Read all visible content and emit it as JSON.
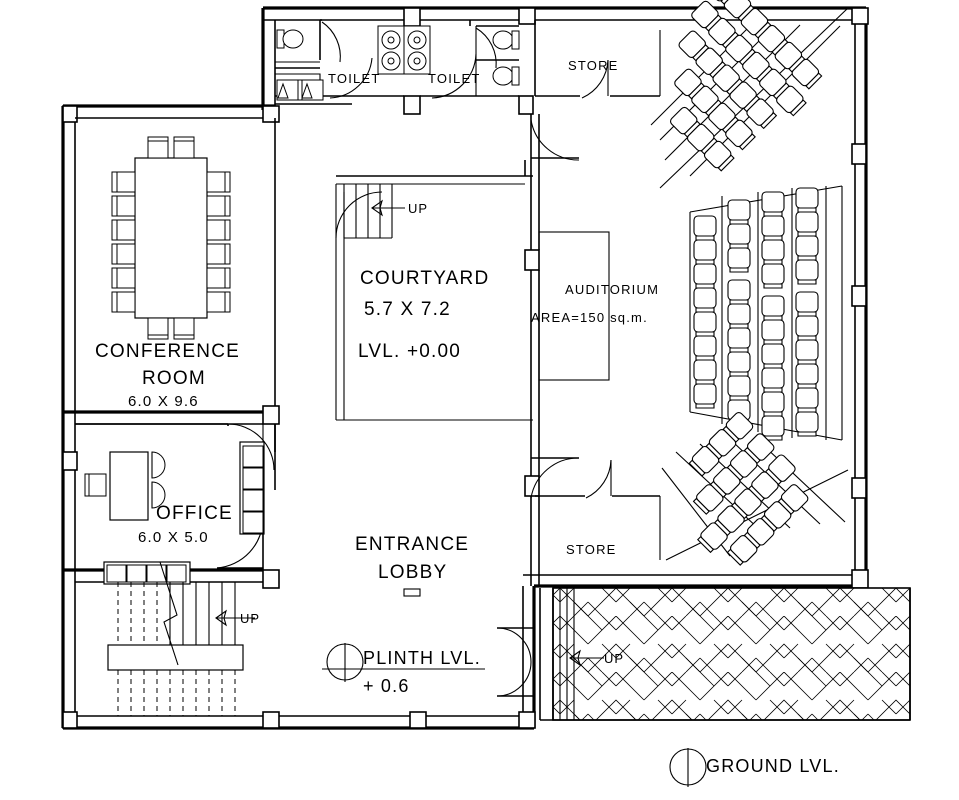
{
  "drawing": {
    "type": "architectural-floor-plan",
    "title": "Ground Floor Plan"
  },
  "rooms": [
    {
      "id": "toilet-left",
      "label": "TOILET",
      "dimensions": ""
    },
    {
      "id": "toilet-right",
      "label": "TOILET",
      "dimensions": ""
    },
    {
      "id": "store-top",
      "label": "STORE",
      "dimensions": ""
    },
    {
      "id": "store-bottom",
      "label": "STORE",
      "dimensions": ""
    },
    {
      "id": "conference",
      "label_line1": "CONFERENCE",
      "label_line2": "ROOM",
      "dimensions": "6.0 X 9.6"
    },
    {
      "id": "office",
      "label": "OFFICE",
      "dimensions": "6.0 X 5.0"
    },
    {
      "id": "courtyard",
      "label": "COURTYARD",
      "dimensions": "5.7 X 7.2",
      "level": "LVL. +0.00"
    },
    {
      "id": "auditorium",
      "label": "AUDITORIUM",
      "area": "AREA=150 sq.m."
    },
    {
      "id": "lobby",
      "label_line1": "ENTRANCE",
      "label_line2": "LOBBY"
    }
  ],
  "labels": {
    "toilet_left": "TOILET",
    "toilet_right": "TOILET",
    "store_top": "STORE",
    "store_bottom": "STORE",
    "conference_line1": "CONFERENCE",
    "conference_line2": "ROOM",
    "conference_dim": "6.0 X 9.6",
    "office": "OFFICE",
    "office_dim": "6.0 X 5.0",
    "courtyard": "COURTYARD",
    "courtyard_dim": "5.7 X 7.2",
    "courtyard_level": "LVL. +0.00",
    "auditorium": "AUDITORIUM",
    "auditorium_area": "AREA=150 sq.m.",
    "lobby_line1": "ENTRANCE",
    "lobby_line2": "LOBBY"
  },
  "annotations": {
    "up_courtyard": "UP",
    "up_stair_left": "UP",
    "up_ramp_right": "UP",
    "plinth_level_line1": "PLINTH LVL.",
    "plinth_level_line2": "+ 0.6",
    "ground_level": "GROUND LVL."
  },
  "colors": {
    "line": "#000000",
    "background": "#ffffff",
    "fill": "#ffffff"
  },
  "seating": {
    "auditorium_total_rows_top_fan": 5,
    "auditorium_center_columns": 5,
    "auditorium_bottom_fan_rows": 4
  }
}
